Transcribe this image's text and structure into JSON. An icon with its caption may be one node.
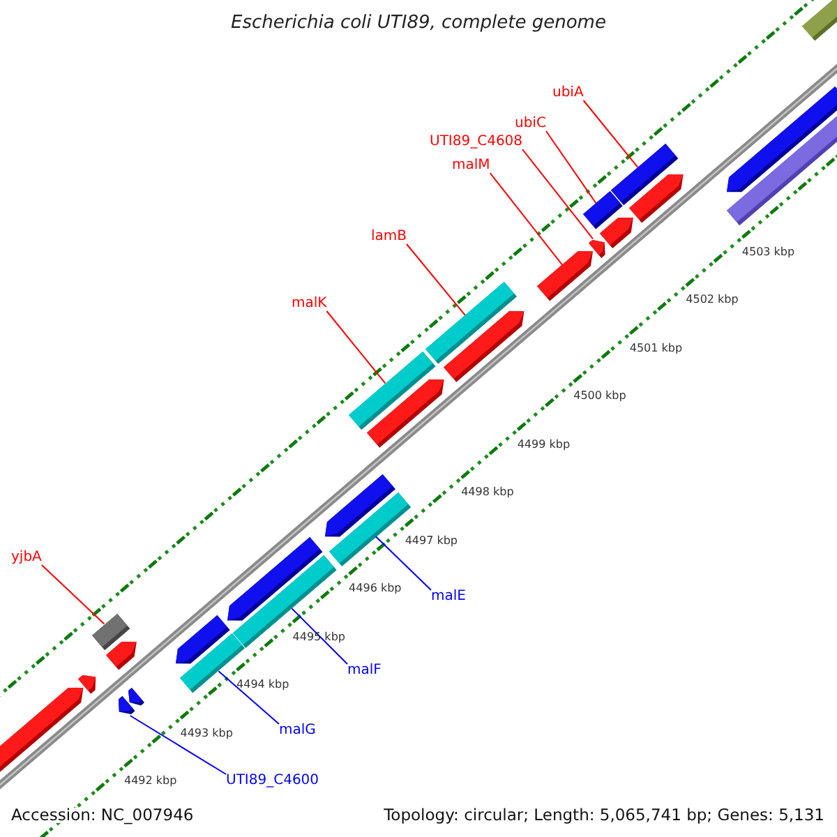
{
  "diagram": {
    "title": "Escherichia coli UTI89, complete genome",
    "nodes": [
      {
        "text": [
          "ubiA"
        ]
      },
      {
        "text": [
          "ubiC"
        ]
      },
      {
        "text": [
          "UTI89_C4608"
        ]
      },
      {
        "text": [
          "malM"
        ]
      },
      {
        "text": [
          "lamB"
        ]
      },
      {
        "text": [
          "malK"
        ]
      },
      {
        "text": [
          "yjbA"
        ]
      },
      {
        "text": [
          "malE"
        ]
      },
      {
        "text": [
          "malF"
        ]
      },
      {
        "text": [
          "malG"
        ]
      },
      {
        "text": [
          "UTI89_C4600"
        ]
      },
      {
        "text": [],
        "shape": "pentagon"
      },
      {
        "text": [],
        "shape": "pentagon"
      },
      {
        "text": [],
        "shape": "pentagon"
      },
      {
        "text": [],
        "shape": "pentagon"
      },
      {
        "text": [],
        "shape": "bar"
      },
      {
        "text": [],
        "shape": "pentagon"
      },
      {
        "text": [],
        "shape": "bar"
      },
      {
        "text": [],
        "shape": "pentagon"
      },
      {
        "text": [],
        "shape": "bar"
      },
      {
        "text": [],
        "shape": "pentagon"
      },
      {
        "text": [],
        "shape": "bar"
      },
      {
        "text": [],
        "shape": "pentagon"
      },
      {
        "text": [],
        "shape": "bar"
      },
      {
        "text": [],
        "shape": "pentagon"
      },
      {
        "text": [],
        "shape": "bar"
      },
      {
        "text": [],
        "shape": "pentagon"
      },
      {
        "text": [],
        "shape": "pentagon"
      },
      {
        "text": [],
        "shape": "pentagon"
      },
      {
        "text": [],
        "shape": "bar"
      },
      {
        "text": [],
        "shape": "pentagon"
      },
      {
        "text": [],
        "shape": "bar"
      },
      {
        "text": [],
        "shape": "pentagon"
      },
      {
        "text": [],
        "shape": "bar"
      },
      {
        "text": [],
        "shape": "pentagon"
      },
      {
        "text": [],
        "shape": "bar"
      }
    ],
    "edges": [
      {
        "from": 0,
        "to": 31,
        "arrow": "none"
      },
      {
        "from": 1,
        "to": 29,
        "arrow": "none"
      },
      {
        "from": 2,
        "to": 28,
        "arrow": "none"
      },
      {
        "from": 3,
        "to": 27,
        "arrow": "none"
      },
      {
        "from": 4,
        "to": 25,
        "arrow": "none"
      },
      {
        "from": 5,
        "to": 23,
        "arrow": "none"
      },
      {
        "from": 6,
        "to": 15,
        "arrow": "none"
      },
      {
        "from": 7,
        "to": 21,
        "arrow": "none",
        "color": "#0000ff"
      },
      {
        "from": 8,
        "to": 19,
        "arrow": "none",
        "color": "#0000ff"
      },
      {
        "from": 9,
        "to": 17,
        "arrow": "none",
        "color": "#0000ff"
      },
      {
        "from": 10,
        "to": 13,
        "arrow": "none",
        "color": "#0000ff"
      }
    ],
    "labels": [
      "4503 kbp",
      "4502 kbp",
      "4501 kbp",
      "4500 kbp",
      "4499 kbp",
      "4498 kbp",
      "4497 kbp",
      "4496 kbp",
      "4495 kbp",
      "4494 kbp",
      "4493 kbp",
      "4492 kbp",
      "Accession: NC_007946",
      "Topology: circular; Length: 5,065,741 bp; Genes: 5,131"
    ]
  }
}
